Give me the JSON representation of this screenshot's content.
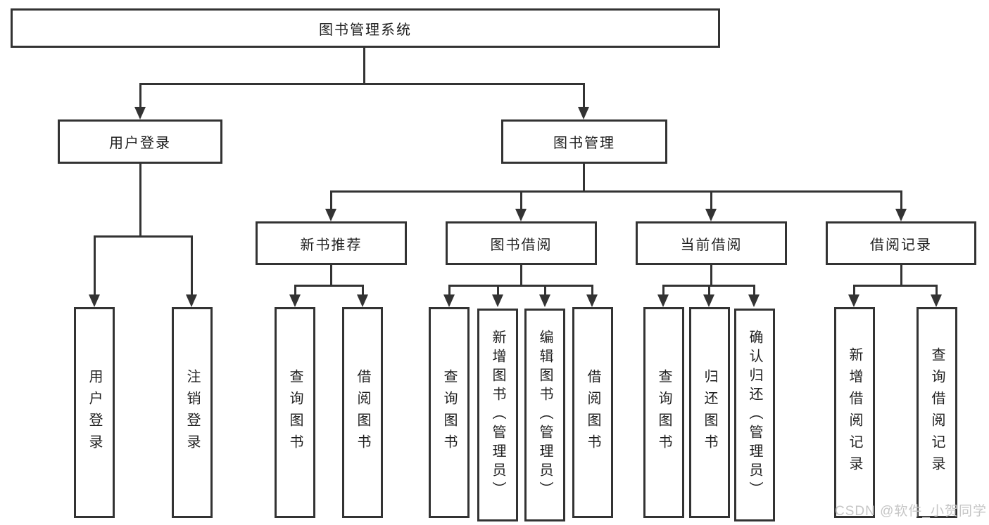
{
  "tree": {
    "root": {
      "label": "图书管理系统"
    },
    "branches": [
      {
        "label": "用户登录",
        "children": [
          {
            "label": "用户登录"
          },
          {
            "label": "注销登录"
          }
        ]
      },
      {
        "label": "图书管理",
        "children": [
          {
            "label": "新书推荐",
            "children": [
              {
                "label": "查询图书"
              },
              {
                "label": "借阅图书"
              }
            ]
          },
          {
            "label": "图书借阅",
            "children": [
              {
                "label": "查询图书"
              },
              {
                "label": "新增图书（管理员）"
              },
              {
                "label": "编辑图书（管理员）"
              },
              {
                "label": "借阅图书"
              }
            ]
          },
          {
            "label": "当前借阅",
            "children": [
              {
                "label": "查询图书"
              },
              {
                "label": "归还图书"
              },
              {
                "label": "确认归还（管理员）"
              }
            ]
          },
          {
            "label": "借阅记录",
            "children": [
              {
                "label": "新增借阅记录"
              },
              {
                "label": "查询借阅记录"
              }
            ]
          }
        ]
      }
    ]
  },
  "watermark": {
    "text": "CSDN @软件_小贺同学"
  },
  "colors": {
    "line": "#333333",
    "text": "#1f1f1f",
    "watermark": "#c6c6c6",
    "background": "#ffffff"
  }
}
